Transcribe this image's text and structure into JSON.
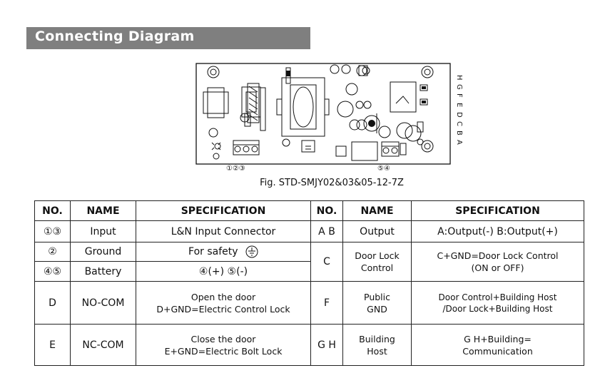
{
  "banner": {
    "title": "Connecting Diagram"
  },
  "diagram": {
    "bottom_left_labels": "①②③",
    "bottom_right_labels": "⑤④",
    "side_letters": [
      "H",
      "G",
      "F",
      "E",
      "D",
      "C",
      "B",
      "A"
    ],
    "caption": "Fig. STD-SMJY02&03&05-12-7Z"
  },
  "table": {
    "headers": [
      "NO.",
      "NAME",
      "SPECIFICATION",
      "NO.",
      "NAME",
      "SPECIFICATION"
    ],
    "left_rows": [
      {
        "no": "①③",
        "name": "Input",
        "spec": "L&N Input Connector"
      },
      {
        "no": "②",
        "name": "Ground",
        "spec": "For safety"
      },
      {
        "no": "④⑤",
        "name": "Battery",
        "spec": "④(+) ⑤(-)"
      },
      {
        "no": "D",
        "name": "NO-COM",
        "spec_line1": "Open the door",
        "spec_line2": "D+GND=Electric Control Lock"
      },
      {
        "no": "E",
        "name": "NC-COM",
        "spec_line1": "Close the door",
        "spec_line2": "E+GND=Electric Bolt Lock"
      }
    ],
    "right_rows": [
      {
        "no": "A B",
        "name": "Output",
        "spec": "A:Output(-) B:Output(+)"
      },
      {
        "no": "C",
        "name_line1": "Door Lock",
        "name_line2": "Control",
        "spec_line1": "C+GND=Door Lock Control",
        "spec_line2": "(ON or OFF)"
      },
      {
        "no": "F",
        "name_line1": "Public",
        "name_line2": "GND",
        "spec_line1": "Door Control+Building Host",
        "spec_line2": "/Door Lock+Building Host"
      },
      {
        "no": "G H",
        "name_line1": "Building",
        "name_line2": "Host",
        "spec_line1": "G H+Building=",
        "spec_line2": "Communication"
      }
    ]
  }
}
